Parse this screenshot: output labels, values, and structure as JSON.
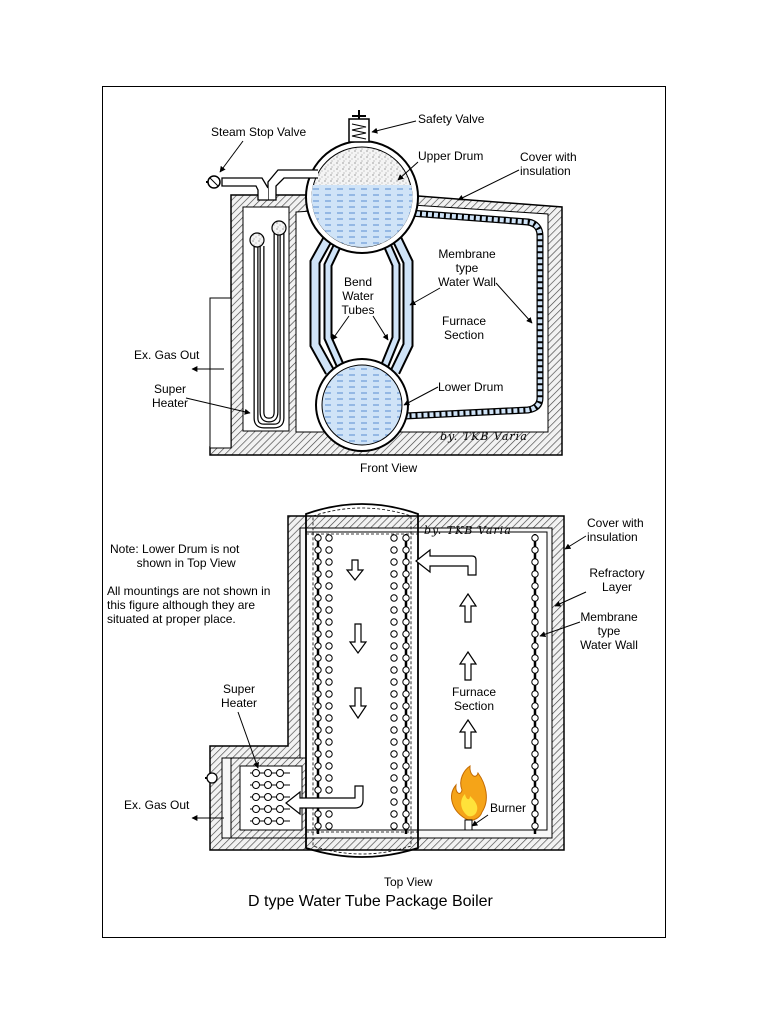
{
  "front_view": {
    "steam_stop_valve": "Steam Stop Valve",
    "safety_valve": "Safety Valve",
    "upper_drum": "Upper Drum",
    "cover_with_insulation": "Cover with\ninsulation",
    "membrane_water_wall": "Membrane\ntype\nWater Wall",
    "bend_water_tubes": "Bend\nWater\nTubes",
    "furnace_section": "Furnace\nSection",
    "ex_gas_out": "Ex. Gas Out",
    "super_heater": "Super\nHeater",
    "lower_drum": "Lower Drum",
    "signature": "by. TKB Varia",
    "caption": "Front View"
  },
  "top_view": {
    "note_lower_drum": "Note: Lower Drum is not\n        shown in Top View",
    "note_mountings": "All mountings are not shown in\nthis figure although they are\nsituated at proper place.",
    "cover_with_insulation": "Cover with\ninsulation",
    "refractory_layer": "Refractory\nLayer",
    "membrane_water_wall": "Membrane\ntype\nWater Wall",
    "super_heater": "Super\nHeater",
    "furnace_section": "Furnace\nSection",
    "ex_gas_out": "Ex. Gas Out",
    "burner": "Burner",
    "signature": "by. TKB Varia",
    "caption": "Top View"
  },
  "title": "D type Water Tube Package Boiler",
  "colors": {
    "water": "#cfe3f7",
    "water_dash": "#3a78c8",
    "hatch": "#555555",
    "flame_outer": "#f5a418",
    "flame_inner": "#ffe23a"
  }
}
